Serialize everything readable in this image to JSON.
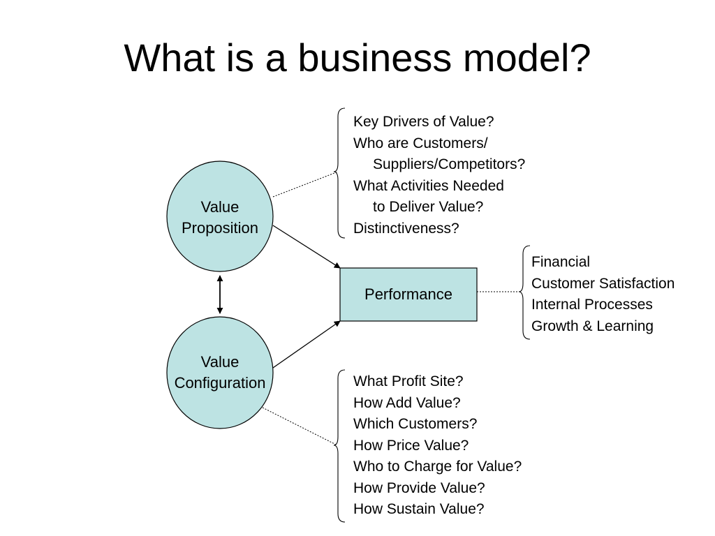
{
  "title": "What is a business model?",
  "nodes": {
    "value_proposition": {
      "lines": [
        "Value",
        "Proposition"
      ]
    },
    "value_configuration": {
      "lines": [
        "Value",
        "Configuration"
      ]
    },
    "performance": {
      "label": "Performance"
    }
  },
  "lists": {
    "proposition_questions": [
      {
        "text": "Key Drivers of Value?",
        "indent": false
      },
      {
        "text": "Who are Customers/",
        "indent": false
      },
      {
        "text": "Suppliers/Competitors?",
        "indent": true
      },
      {
        "text": "What Activities Needed",
        "indent": false
      },
      {
        "text": "to Deliver Value?",
        "indent": true
      },
      {
        "text": "Distinctiveness?",
        "indent": false
      }
    ],
    "performance_measures": [
      {
        "text": "Financial",
        "indent": false
      },
      {
        "text": "Customer Satisfaction",
        "indent": false
      },
      {
        "text": "Internal Processes",
        "indent": false
      },
      {
        "text": "Growth & Learning",
        "indent": false
      }
    ],
    "configuration_questions": [
      {
        "text": "What Profit Site?",
        "indent": false
      },
      {
        "text": "How Add Value?",
        "indent": false
      },
      {
        "text": "Which Customers?",
        "indent": false
      },
      {
        "text": "How Price Value?",
        "indent": false
      },
      {
        "text": "Who to Charge for Value?",
        "indent": false
      },
      {
        "text": "How Provide Value?",
        "indent": false
      },
      {
        "text": "How Sustain Value?",
        "indent": false
      }
    ]
  },
  "colors": {
    "node_fill": "#bde3e3",
    "stroke": "#000000"
  }
}
